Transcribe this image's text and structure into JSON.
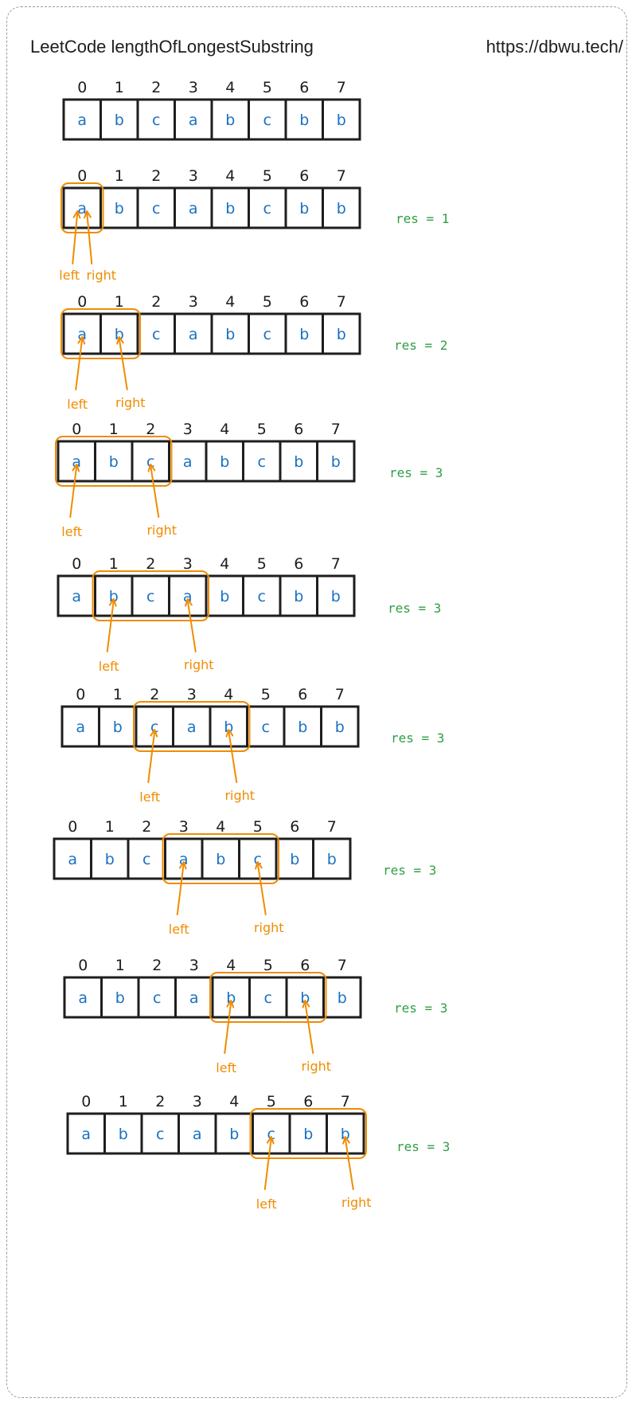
{
  "header": {
    "title": "LeetCode lengthOfLongestSubstring",
    "url": "https://dbwu.tech/"
  },
  "string": [
    "a",
    "b",
    "c",
    "a",
    "b",
    "c",
    "b",
    "b"
  ],
  "indices": [
    "0",
    "1",
    "2",
    "3",
    "4",
    "5",
    "6",
    "7"
  ],
  "labels": {
    "left": "left",
    "right": "right",
    "res_prefix": "res = "
  },
  "steps": [
    {
      "window": null,
      "left_index": null,
      "right_index": null,
      "res": null
    },
    {
      "window": [
        0,
        0
      ],
      "left_index": 0,
      "right_index": 0,
      "res": "1"
    },
    {
      "window": [
        0,
        1
      ],
      "left_index": 0,
      "right_index": 1,
      "res": "2"
    },
    {
      "window": [
        0,
        2
      ],
      "left_index": 0,
      "right_index": 2,
      "res": "3"
    },
    {
      "window": [
        1,
        3
      ],
      "left_index": 1,
      "right_index": 3,
      "res": "3"
    },
    {
      "window": [
        2,
        4
      ],
      "left_index": 2,
      "right_index": 4,
      "res": "3"
    },
    {
      "window": [
        3,
        5
      ],
      "left_index": 3,
      "right_index": 5,
      "res": "3"
    },
    {
      "window": [
        4,
        6
      ],
      "left_index": 4,
      "right_index": 6,
      "res": "3"
    },
    {
      "window": [
        5,
        7
      ],
      "left_index": 5,
      "right_index": 7,
      "res": "3"
    }
  ],
  "colors": {
    "cell_border": "#1e1e1e",
    "char": "#1971c2",
    "pointer": "#f08c00",
    "result": "#2f9e44",
    "frame": "#9a9a9a"
  }
}
